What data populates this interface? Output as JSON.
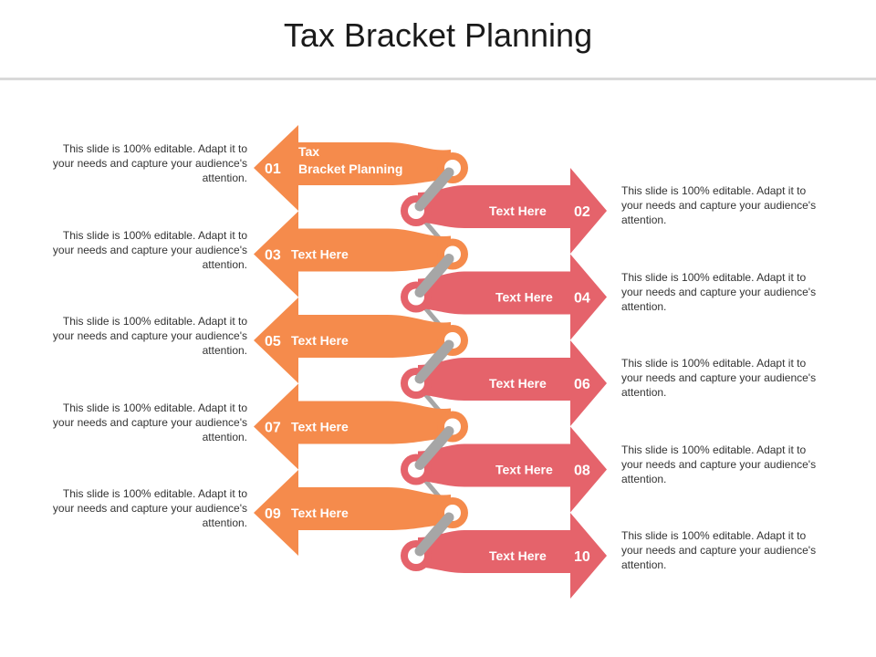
{
  "title": "Tax Bracket Planning",
  "colors": {
    "left_arrow": "#f58b4c",
    "right_arrow": "#e5636b",
    "link": "#a6a6a6",
    "ring_inner": "#ffffff"
  },
  "steps": [
    {
      "number": "01",
      "side": "left",
      "label_lines": [
        "Tax",
        "Bracket Planning"
      ],
      "description": "This slide is 100% editable. Adapt it to your needs and capture your audience's attention."
    },
    {
      "number": "02",
      "side": "right",
      "label_lines": [
        "Text Here"
      ],
      "description": "This slide is 100% editable. Adapt it to your needs and capture your audience's attention."
    },
    {
      "number": "03",
      "side": "left",
      "label_lines": [
        "Text Here"
      ],
      "description": "This slide is 100% editable. Adapt it to your needs and capture your audience's attention."
    },
    {
      "number": "04",
      "side": "right",
      "label_lines": [
        "Text Here"
      ],
      "description": "This slide is 100% editable. Adapt it to your needs and capture your audience's attention."
    },
    {
      "number": "05",
      "side": "left",
      "label_lines": [
        "Text Here"
      ],
      "description": "This slide is 100% editable. Adapt it to your needs and capture your audience's attention."
    },
    {
      "number": "06",
      "side": "right",
      "label_lines": [
        "Text Here"
      ],
      "description": "This slide is 100% editable. Adapt it to your needs and capture your audience's attention."
    },
    {
      "number": "07",
      "side": "left",
      "label_lines": [
        "Text Here"
      ],
      "description": "This slide is 100% editable. Adapt it to your needs and capture your audience's attention."
    },
    {
      "number": "08",
      "side": "right",
      "label_lines": [
        "Text Here"
      ],
      "description": "This slide is 100% editable. Adapt it to your needs and capture your audience's attention."
    },
    {
      "number": "09",
      "side": "left",
      "label_lines": [
        "Text Here"
      ],
      "description": "This slide is 100% editable. Adapt it to your needs and capture your audience's attention."
    },
    {
      "number": "10",
      "side": "right",
      "label_lines": [
        "Text Here"
      ],
      "description": "This slide is 100% editable. Adapt it to your needs and capture your audience's attention."
    }
  ]
}
